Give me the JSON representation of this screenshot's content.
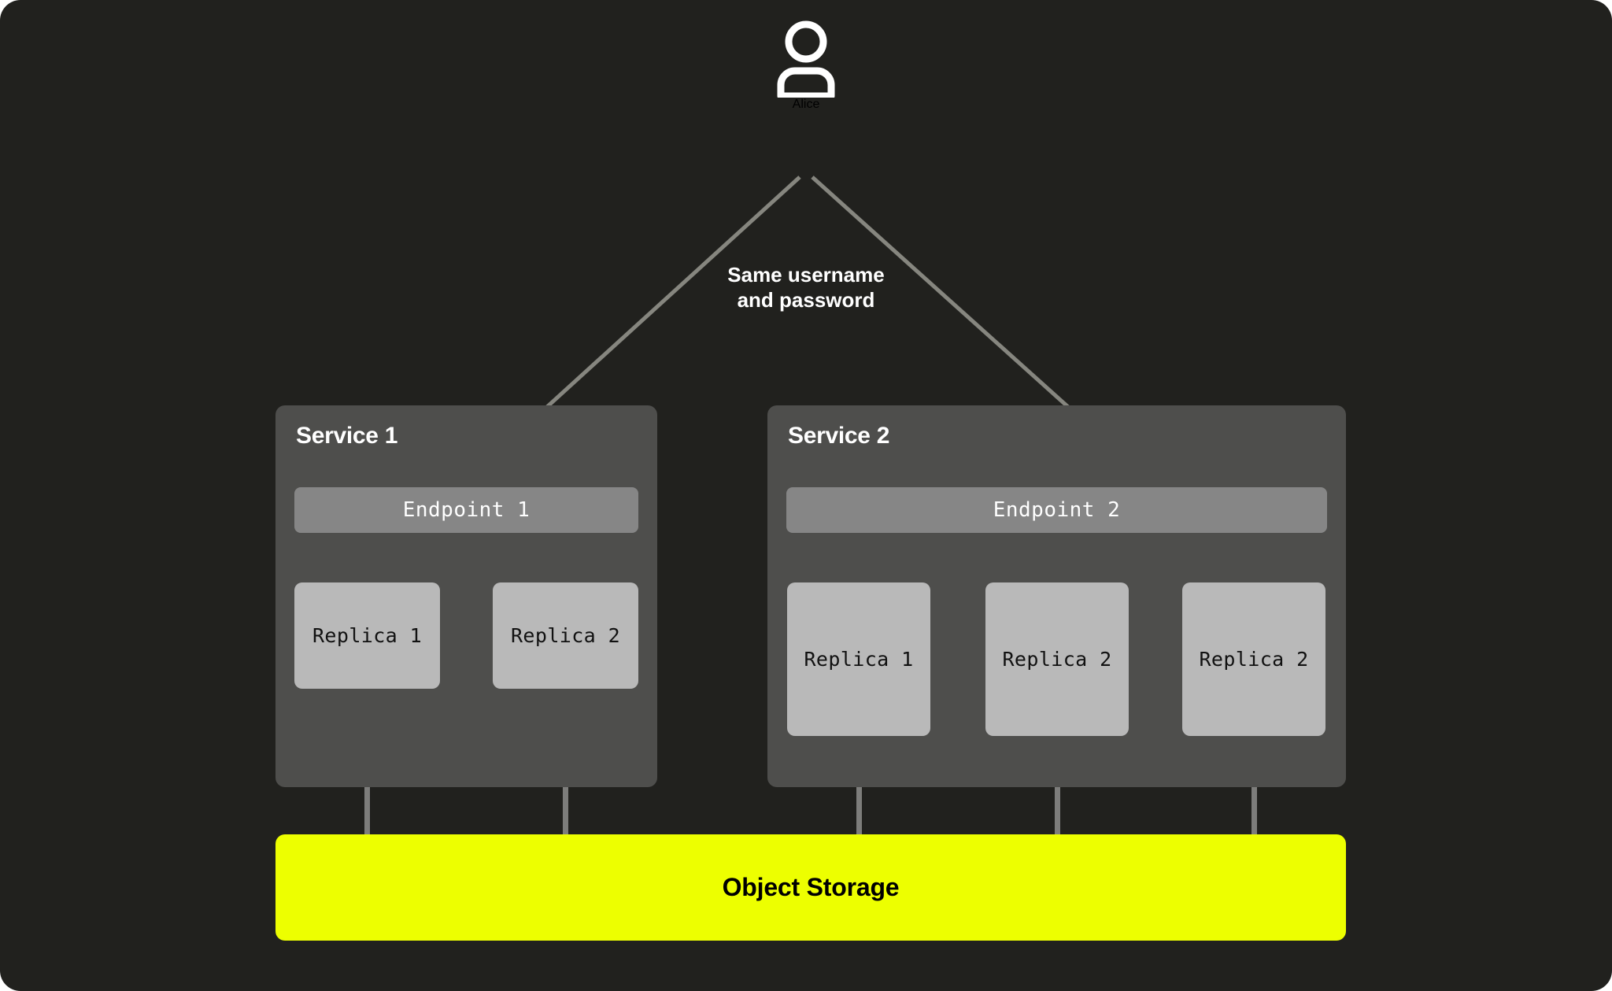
{
  "canvas": {
    "background": "#21211E",
    "panel_color": "#4E4E4C",
    "endpoint_color": "#868686",
    "replica_color": "#B9B9B9",
    "connector_color": "#7D7D7B",
    "storage_color": "#EDFF00",
    "text_color": "#FFFFFF"
  },
  "actor": {
    "icon": "user-icon",
    "label": "Alice"
  },
  "edge_label": {
    "line1": "Same username",
    "line2": "and password"
  },
  "services": [
    {
      "title": "Service 1",
      "endpoint": "Endpoint 1",
      "replicas": [
        "Replica 1",
        "Replica 2"
      ]
    },
    {
      "title": "Service 2",
      "endpoint": "Endpoint 2",
      "replicas": [
        "Replica 1",
        "Replica 2",
        "Replica 2"
      ]
    }
  ],
  "storage": {
    "label": "Object Storage"
  }
}
